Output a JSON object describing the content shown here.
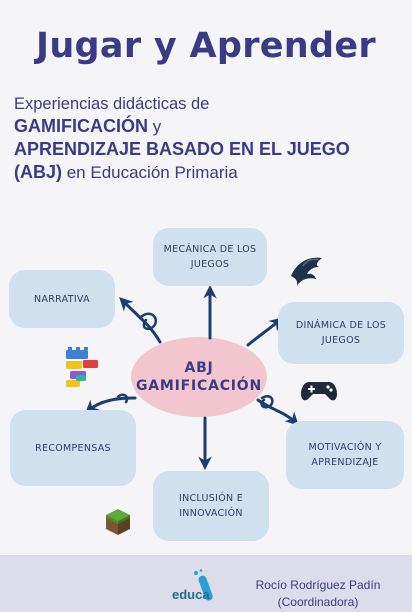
{
  "title": "Jugar y Aprender",
  "subtitle": {
    "line1": "Experiencias didácticas de",
    "line2_bold": "GAMIFICACIÓN",
    "line2_rest": " y",
    "line3_bold": "APRENDIZAJE BASADO EN EL JUEGO",
    "line4_bold": "(ABJ)",
    "line4_rest": " en Educación Primaria"
  },
  "diagram": {
    "center": {
      "line1": "ABJ",
      "line2": "GAMIFICACIÓN"
    },
    "nodes": {
      "mecanica": {
        "line1": "Mecánica de los",
        "line2": "juegos"
      },
      "narrativa": {
        "line1": "Narrativa"
      },
      "dinamica": {
        "line1": "Dinámica de los",
        "line2": "juegos"
      },
      "recompensas": {
        "line1": "Recompensas"
      },
      "motivacion": {
        "line1": "Motivación y",
        "line2": "aprendizaje"
      },
      "inclusion": {
        "line1": "Inclusión e",
        "line2": "innovación"
      }
    },
    "icons": [
      "dragon-icon",
      "lego-bricks-icon",
      "gamepad-icon",
      "minecraft-block-icon"
    ]
  },
  "footer": {
    "author": "Rocío Rodríguez Padín",
    "role": "(Coordinadora)",
    "publisher": "educa"
  },
  "colors": {
    "title": "#3b3a86",
    "box": "#cfe0ef",
    "center": "#f2c6cf",
    "arrow": "#1c3d6e"
  }
}
